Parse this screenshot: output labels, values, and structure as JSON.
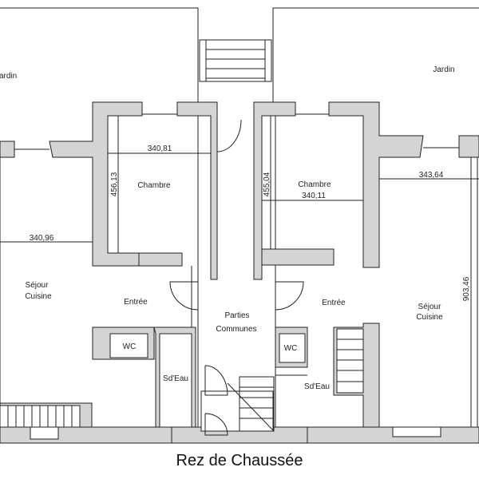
{
  "plan": {
    "title": "Rez de Chaussée",
    "rooms": {
      "jardin_left": "Jardin",
      "jardin_right": "Jardin",
      "chambre_left": "Chambre",
      "chambre_right": "Chambre",
      "sejour_left_1": "Séjour",
      "sejour_left_2": "Cuisine",
      "sejour_right_1": "Séjour",
      "sejour_right_2": "Cuisine",
      "entree_left": "Entrée",
      "entree_right": "Entrée",
      "parties_1": "Parties",
      "parties_2": "Communes",
      "wc_left": "WC",
      "wc_right": "WC",
      "sdeau_left": "Sd'Eau",
      "sdeau_right": "Sd'Eau"
    },
    "dimensions": {
      "chambre_left_width": "340,81",
      "chambre_left_depth": "456,13",
      "sejour_left_width": "340,96",
      "chambre_right_depth": "455,04",
      "chambre_right_width": "340,11",
      "sejour_right_width": "343,64",
      "sejour_right_depth": "903,46"
    }
  }
}
